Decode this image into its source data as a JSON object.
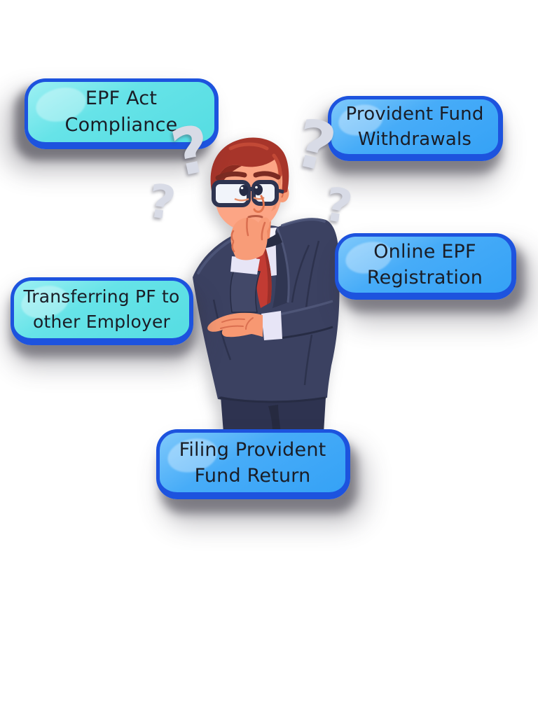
{
  "scene": {
    "background_color": "#ffffff",
    "topic": "Employee Provident Fund services"
  },
  "bubbles": [
    {
      "name": "epf-act-compliance",
      "variant": "cyan",
      "label": "EPF Act Compliance",
      "lines": [
        "EPF Act",
        "Compliance"
      ]
    },
    {
      "name": "provident-fund-withdrawals",
      "variant": "blue",
      "label": "Provident Fund Withdrawals",
      "lines": [
        "Provident Fund",
        "Withdrawals"
      ]
    },
    {
      "name": "online-epf-registration",
      "variant": "blue",
      "label": "Online EPF Registration",
      "lines": [
        "Online EPF",
        "Registration"
      ]
    },
    {
      "name": "transferring-pf-to-other-employer",
      "variant": "cyan",
      "label": "Transferring PF to other Employer",
      "lines": [
        "Transferring PF to",
        "other Employer"
      ]
    },
    {
      "name": "filing-provident-fund-return",
      "variant": "blue",
      "label": "Filing Provident Fund Return",
      "lines": [
        "Filing Provident",
        "Fund Return"
      ]
    }
  ],
  "colors": {
    "cyan_bubble_fill": "#5FE1E6",
    "cyan_bubble_highlight": "#9DF0F3",
    "blue_bubble_fill": "#3FA9F8",
    "blue_bubble_highlight": "#7FC9FB",
    "bubble_border": "#1D53DE",
    "bubble_text": "#1A1D26",
    "question_mark": "#D8DBE6",
    "shadow": "#3A3844",
    "suit": "#3B4161",
    "tie": "#C23B33",
    "hair": "#A7352A",
    "skin": "#FCA585"
  },
  "illustration": {
    "name": "thinking-businessman",
    "description": "Cartoon man with red hair and glasses in a dark suit, hand on chin, pondering",
    "question_mark_glyph": "?",
    "question_mark_count": 4
  }
}
